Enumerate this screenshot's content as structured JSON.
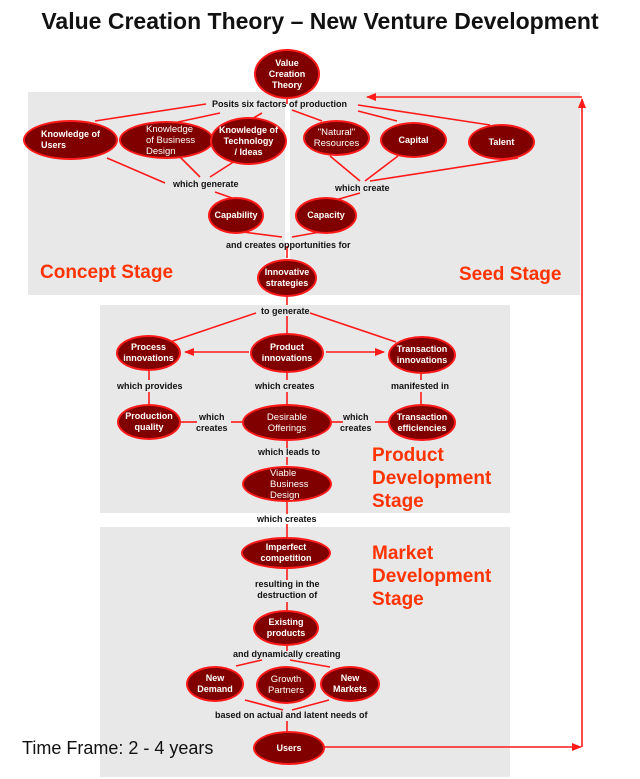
{
  "title": "Value Creation Theory – New Venture Development",
  "colors": {
    "node_fill": "#800000",
    "node_stroke": "#ff1a1a",
    "stage_text": "#ff3300",
    "panel_bg": "#e8e8e8",
    "arrow": "#ff1a1a"
  },
  "stages": {
    "concept": "Concept Stage",
    "seed": "Seed Stage",
    "product": [
      "Product",
      "Development",
      "Stage"
    ],
    "market": [
      "Market",
      "Development",
      "Stage"
    ]
  },
  "nodes": {
    "value_creation_theory": [
      "Value",
      "Creation",
      "Theory"
    ],
    "knowledge_users": [
      "Knowledge of",
      "Users"
    ],
    "knowledge_business": [
      "Knowledge",
      "of Business",
      "Design"
    ],
    "knowledge_tech": [
      "Knowledge of",
      "Technology",
      "/ Ideas"
    ],
    "natural_resources": [
      "\"Natural\"",
      "Resources"
    ],
    "capital": [
      "Capital"
    ],
    "talent": [
      "Talent"
    ],
    "capability": [
      "Capability"
    ],
    "capacity": [
      "Capacity"
    ],
    "innovative_strategies": [
      "Innovative",
      "strategies"
    ],
    "process_innovations": [
      "Process",
      "innovations"
    ],
    "product_innovations": [
      "Product",
      "innovations"
    ],
    "transaction_innovations": [
      "Transaction",
      "innovations"
    ],
    "production_quality": [
      "Production",
      "quality"
    ],
    "desirable_offerings": [
      "Desirable",
      "Offerings"
    ],
    "transaction_efficiencies": [
      "Transaction",
      "efficiencies"
    ],
    "viable_business_design": [
      "Viable",
      "Business",
      "Design"
    ],
    "imperfect_competition": [
      "Imperfect",
      "competition"
    ],
    "existing_products": [
      "Existing",
      "products"
    ],
    "new_demand": [
      "New",
      "Demand"
    ],
    "growth_partners": [
      "Growth",
      "Partners"
    ],
    "new_markets": [
      "New",
      "Markets"
    ],
    "users": [
      "Users"
    ]
  },
  "labels": {
    "posits": "Posits six factors  of production",
    "which_generate": "which generate",
    "which_create": "which create",
    "creates_opportunities": "and creates opportunities for",
    "to_generate": "to generate",
    "which_provides": "which provides",
    "which_creates_mid": "which creates",
    "manifested_in": "manifested in",
    "which_creates_left": [
      "which",
      "creates"
    ],
    "which_creates_right": [
      "which",
      "creates"
    ],
    "which_leads_to": "which leads to",
    "which_creates_bottom": "which creates",
    "resulting_in": [
      "resulting in the",
      "destruction of"
    ],
    "dynamically_creating": "and dynamically creating",
    "based_on": "based on actual and latent needs of"
  },
  "time_frame": "Time Frame:  2 - 4 years"
}
